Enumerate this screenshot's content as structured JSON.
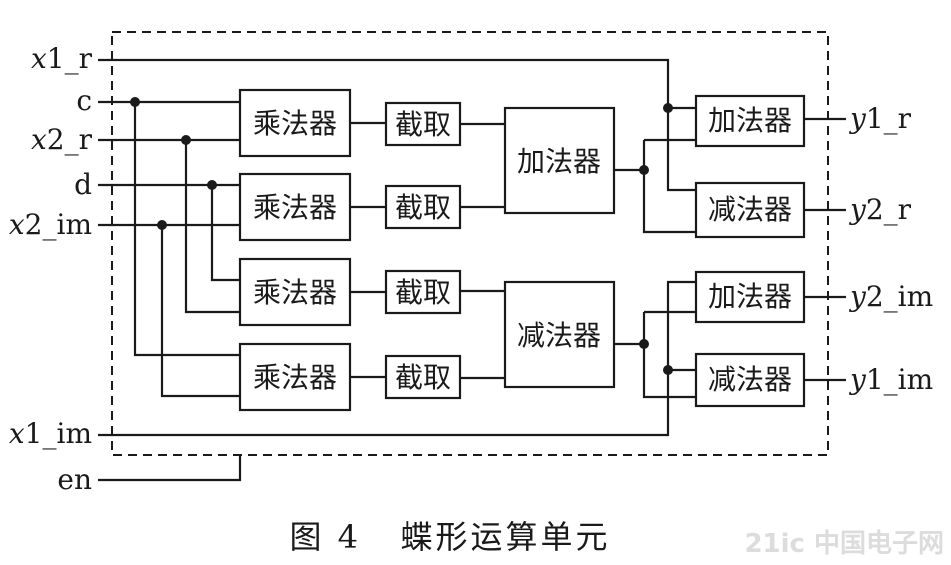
{
  "diagram": {
    "inputs": {
      "x1_r_var": "x",
      "x1_r_sub": "1_r",
      "c": "c",
      "x2_r_var": "x",
      "x2_r_sub": "2_r",
      "d": "d",
      "x2_im_var": "x",
      "x2_im_sub": "2_im",
      "x1_im_var": "x",
      "x1_im_sub": "1_im",
      "en": "en"
    },
    "outputs": {
      "y1_r_var": "y",
      "y1_r_sub": "1_r",
      "y2_r_var": "y",
      "y2_r_sub": "2_r",
      "y2_im_var": "y",
      "y2_im_sub": "2_im",
      "y1_im_var": "y",
      "y1_im_sub": "1_im"
    },
    "blocks": {
      "multiplier": "乘法器",
      "truncate": "截取",
      "adder": "加法器",
      "subtractor": "减法器"
    },
    "caption": "图 4   蝶形运算单元"
  },
  "watermark": "21ic 中国电子网"
}
